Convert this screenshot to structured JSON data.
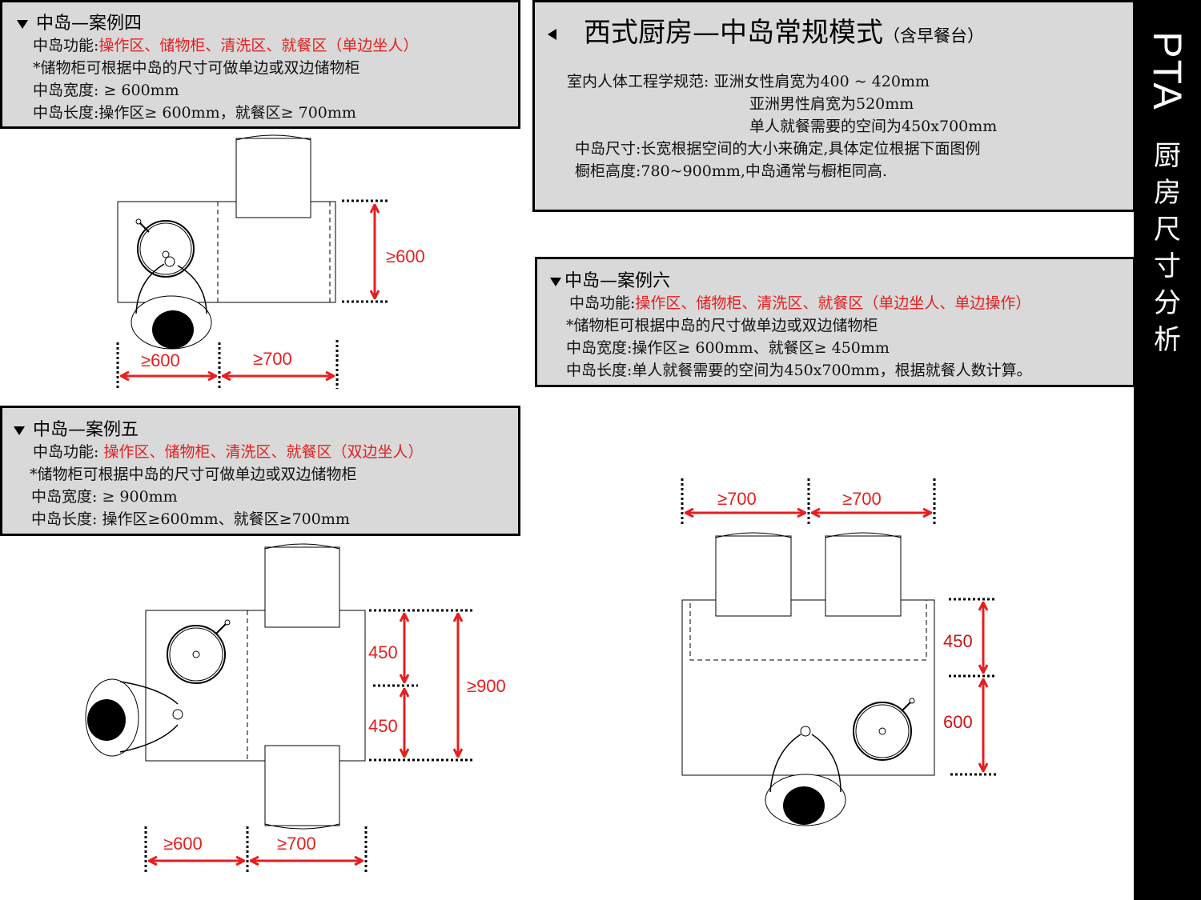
{
  "sidebar": {
    "brand": "PTA",
    "chars": [
      "厨",
      "房",
      "尺",
      "寸",
      "分",
      "析"
    ]
  },
  "main_box": {
    "title": "西式厨房—中岛常规模式",
    "title_suffix": "（含早餐台）",
    "lines": [
      "室内人体工程学规范: 亚洲女性肩宽为400 ~ 420mm",
      "亚洲男性肩宽为520mm",
      "单人就餐需要的空间为450x700mm",
      "中岛尺寸:长宽根据空间的大小来确定,具体定位根据下面图例",
      "橱柜高度:780~900mm,中岛通常与橱柜同高."
    ]
  },
  "case4": {
    "title": "中岛—案例四",
    "func_label": "中岛功能:",
    "func_value": "操作区、储物柜、清洗区、就餐区（单边坐人）",
    "note": "*储物柜可根据中岛的尺寸可做单边或双边储物柜",
    "width": "中岛宽度: ≥ 600mm",
    "length": "中岛长度:操作区≥ 600mm，就餐区≥ 700mm",
    "dims": {
      "height": "≥600",
      "left": "≥600",
      "right": "≥700"
    }
  },
  "case5": {
    "title": "中岛—案例五",
    "func_label": "中岛功能: ",
    "func_value": "操作区、储物柜、清洗区、就餐区（双边坐人）",
    "note": "*储物柜可根据中岛的尺寸可做单边或双边储物柜",
    "width": "中岛宽度: ≥ 900mm",
    "length": "中岛长度: 操作区≥600mm、就餐区≥700mm",
    "dims": {
      "top": "450",
      "bottom": "450",
      "total": "≥900",
      "left": "≥600",
      "right": "≥700"
    }
  },
  "case6": {
    "title": "中岛—案例六",
    "func_label": "中岛功能:",
    "func_value": "操作区、储物柜、清洗区、就餐区（单边坐人、单边操作）",
    "note": "*储物柜可根据中岛的尺寸做单边或双边储物柜",
    "width": "中岛宽度:操作区≥ 600mm、就餐区≥ 450mm",
    "length": "中岛长度:单人就餐需要的空间为450x700mm，根据就餐人数计算。",
    "dims": {
      "left": "≥700",
      "right": "≥700",
      "top": "450",
      "bottom": "600"
    }
  },
  "colors": {
    "accent": "#e41f1f",
    "panel": "#d9d9d9",
    "bar": "#000000"
  }
}
